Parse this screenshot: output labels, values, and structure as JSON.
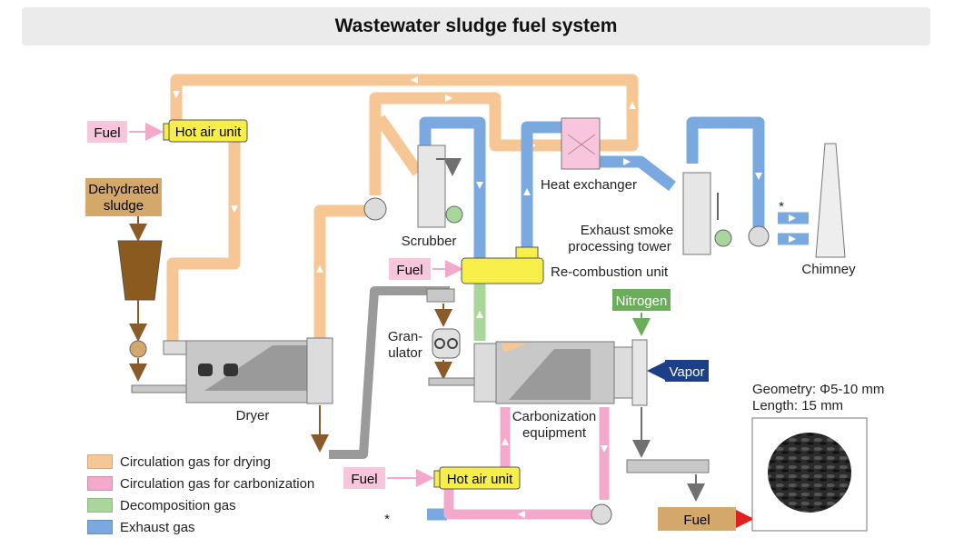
{
  "title": "Wastewater sludge fuel system",
  "labels": {
    "fuel": "Fuel",
    "hot_air_unit": "Hot air unit",
    "dehydrated_sludge_1": "Dehydrated",
    "dehydrated_sludge_2": "sludge",
    "scrubber": "Scrubber",
    "heat_exchanger": "Heat exchanger",
    "exhaust_tower_1": "Exhaust smoke",
    "exhaust_tower_2": "processing tower",
    "chimney": "Chimney",
    "recombustion": "Re-combustion unit",
    "granulator_1": "Gran-",
    "granulator_2": "ulator",
    "nitrogen": "Nitrogen",
    "vapor": "Vapor",
    "dryer": "Dryer",
    "carbonization_1": "Carbonization",
    "carbonization_2": "equipment",
    "product_fuel": "Fuel",
    "geometry": "Geometry: Φ5-10 mm",
    "length": "Length: 15 mm",
    "asterisk": "*"
  },
  "legend": [
    {
      "label": "Circulation gas for drying",
      "color": "#f6c695"
    },
    {
      "label": "Circulation gas for carbonization",
      "color": "#f2a9cc"
    },
    {
      "label": "Decomposition gas",
      "color": "#a9d69a"
    },
    {
      "label": "Exhaust gas",
      "color": "#79a9de"
    }
  ],
  "colors": {
    "drying": "#f6c695",
    "carbonization": "#f2a9cc",
    "decomposition": "#a9d69a",
    "exhaust": "#79a9de",
    "unit_yellow": "#f7ee4a",
    "fuel_pink": "#f7c6dc",
    "sludge_tan": "#d3a86a",
    "nitrogen_green": "#6aad5a",
    "vapor_navy": "#1c3f8a",
    "equipment_gray": "#c8c8c8"
  }
}
